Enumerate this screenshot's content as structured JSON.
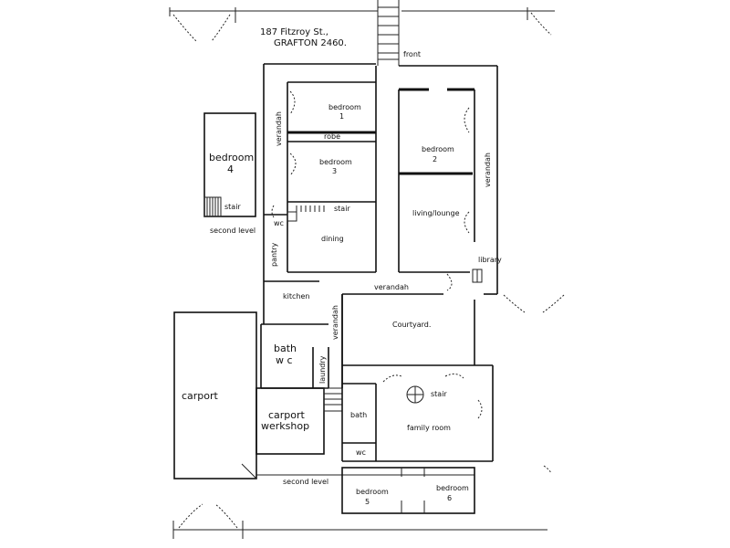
{
  "address": {
    "line1": "187 Fitzroy St.,",
    "line2": "GRAFTON 2460."
  },
  "labels": {
    "front": "front",
    "bedroom1": "bedroom",
    "bedroom1_num": "1",
    "robe": "robe",
    "bedroom2": "bedroom",
    "bedroom2_num": "2",
    "bedroom3": "bedroom",
    "bedroom3_num": "3",
    "bedroom4": "bedroom",
    "bedroom4_num": "4",
    "stair_bed4": "stair",
    "second_level_top": "second level",
    "verandah_left": "verandah",
    "verandah_right": "verandah",
    "verandah_mid": "verandah",
    "verandah_courtyard": "verandah",
    "stair_dining": "stair",
    "wc_pantry": "wc",
    "pantry": "pantry",
    "dining": "dining",
    "living": "living/lounge",
    "library": "library",
    "kitchen": "kitchen",
    "courtyard": "Courtyard.",
    "bath_wc_1": "bath",
    "bath_wc_2": "w c",
    "laundry": "laundry",
    "carport": "carport",
    "carport_workshop_1": "carport",
    "carport_workshop_2": "werkshop",
    "bath_back": "bath",
    "wc_back": "wc",
    "stair_family": "stair",
    "family_room": "family room",
    "second_level_bottom": "second level",
    "bedroom5": "bedroom",
    "bedroom5_num": "5",
    "bedroom6": "bedroom",
    "bedroom6_num": "6"
  }
}
